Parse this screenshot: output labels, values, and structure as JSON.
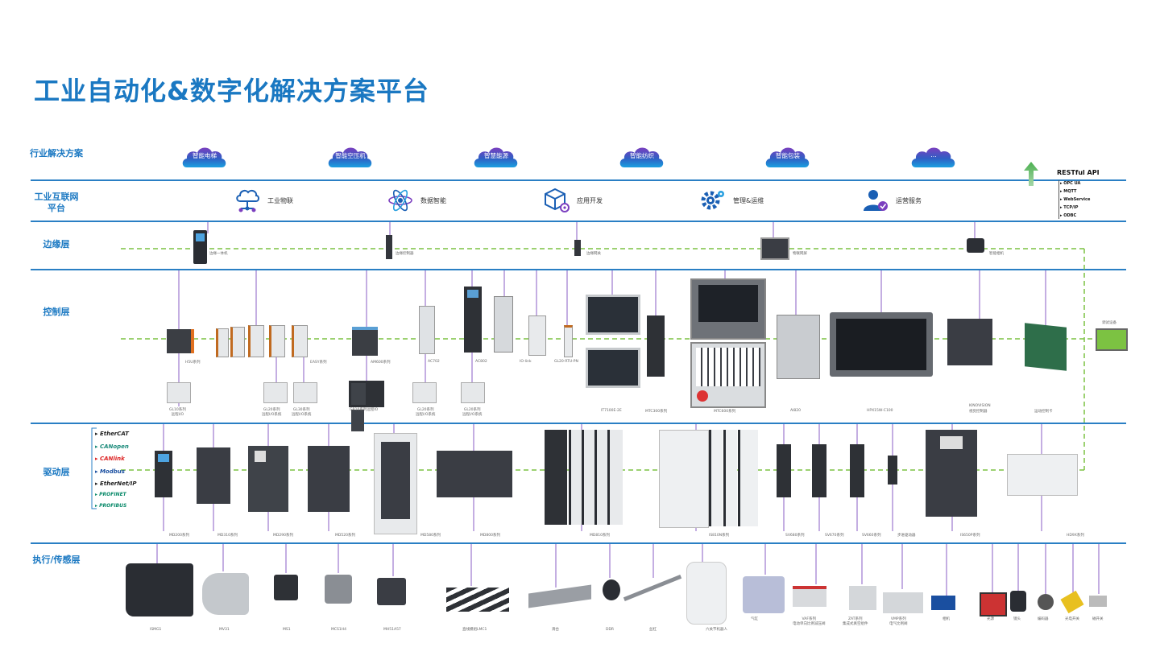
{
  "title": "工业自动化&数字化解决方案平台",
  "layers": {
    "industry": "行业解决方案",
    "iiot_line1": "工业互联网",
    "iiot_line2": "平台",
    "edge": "边缘层",
    "control": "控制层",
    "drive": "驱动层",
    "actuator": "执行/传感层"
  },
  "clouds": [
    "智能电梯",
    "智能空压机",
    "智慧能源",
    "智能纺织",
    "智能包装",
    "..."
  ],
  "platform": [
    "工业物联",
    "数据智能",
    "应用开发",
    "管理&运维",
    "运营服务"
  ],
  "api": {
    "title": "RESTful API",
    "items": [
      "OPC UA",
      "MQTT",
      "WebService",
      "TCP/IP",
      "ODBC"
    ]
  },
  "edge_devices": [
    "边缘一体机",
    "边缘控制器",
    "边缘网关",
    "物联网屏",
    "智能相机"
  ],
  "control_labels": {
    "h5u": "H5U系列",
    "easy": "EASY系列",
    "am600": "AM600系列",
    "ac702": "AC702",
    "ac802": "AC802",
    "iolink": "IO-link",
    "gl20rtu": "GL20-RTU-PN",
    "it7100e": "IT7100E-2E",
    "mtc300": "MTC300系列",
    "mtc600": "MTC600系列",
    "ai820": "AI820",
    "hpx": "HPX15W-C100",
    "kinovision_1": "KINOVISION",
    "kinovision_2": "视觉控制器",
    "motion_card": "运动控制卡",
    "test_device": "调试设备"
  },
  "io_labels": [
    {
      "l1": "GL10系列",
      "l2": "远程I/O"
    },
    {
      "l1": "GL20系列",
      "l2": "远程I/O系统"
    },
    {
      "l1": "GL30系列",
      "l2": "远程I/O系统"
    },
    {
      "l1": "GR10系列远程IO",
      "l2": ""
    },
    {
      "l1": "GL20系列",
      "l2": "远程I/O系统"
    },
    {
      "l1": "GL20系列",
      "l2": "远程I/O系统"
    }
  ],
  "protocols": [
    "EtherCAT",
    "CANopen",
    "CANlink",
    "Modbus",
    "EtherNet/IP",
    "PROFINET",
    "PROFIBUS"
  ],
  "drive_labels": [
    "MD200系列",
    "MD310系列",
    "MD290系列",
    "MD520系列",
    "MD580系列",
    "MD800系列",
    "MD810系列",
    "IS810N系列",
    "SV680系列",
    "SV670系列",
    "SV660系列",
    "步进驱动器",
    "IS650P系列",
    "HD9X系列"
  ],
  "actuator_labels": [
    {
      "l1": "ISMG1",
      "l2": ""
    },
    {
      "l1": "MV31",
      "l2": ""
    },
    {
      "l1": "MS1",
      "l2": ""
    },
    {
      "l1": "MCS1H4",
      "l2": ""
    },
    {
      "l1": "MH51A57",
      "l2": ""
    },
    {
      "l1": "直线模组LMC1",
      "l2": ""
    },
    {
      "l1": "滑台",
      "l2": ""
    },
    {
      "l1": "DDR",
      "l2": ""
    },
    {
      "l1": "丝杠",
      "l2": ""
    },
    {
      "l1": "六关节机器人",
      "l2": ""
    },
    {
      "l1": "气缸",
      "l2": ""
    },
    {
      "l1": "VAF系列",
      "l2": "电动单向比例减压阀"
    },
    {
      "l1": "ZAT系列",
      "l2": "集成式真空组件"
    },
    {
      "l1": "VMP系列",
      "l2": "电气比例阀"
    },
    {
      "l1": "相机",
      "l2": ""
    },
    {
      "l1": "光源",
      "l2": ""
    },
    {
      "l1": "镜头",
      "l2": ""
    },
    {
      "l1": "编码器",
      "l2": ""
    },
    {
      "l1": "光电开关",
      "l2": ""
    },
    {
      "l1": "磁开关",
      "l2": ""
    }
  ]
}
